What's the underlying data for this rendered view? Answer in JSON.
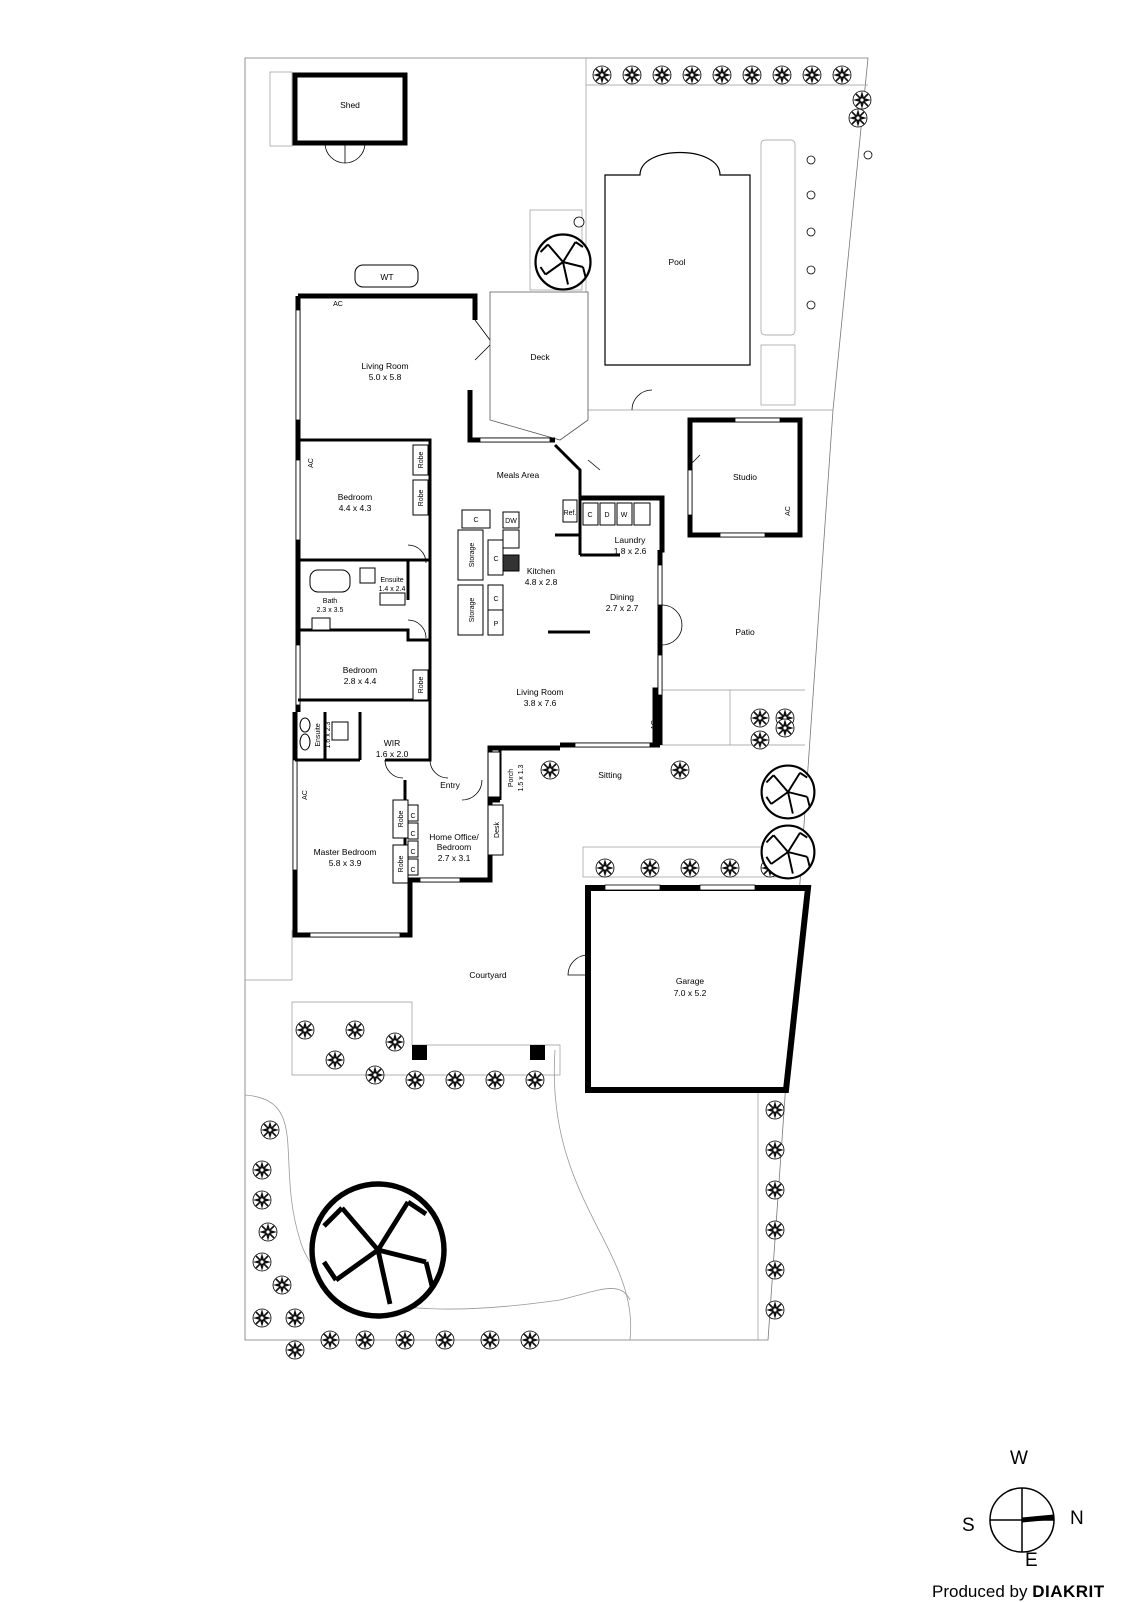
{
  "rooms": {
    "shed": {
      "name": "Shed"
    },
    "wt": {
      "name": "WT"
    },
    "pool": {
      "name": "Pool"
    },
    "deck": {
      "name": "Deck"
    },
    "living_room_1": {
      "name": "Living Room",
      "size": "5.0 x 5.8"
    },
    "meals_area": {
      "name": "Meals Area"
    },
    "bedroom_1": {
      "name": "Bedroom",
      "size": "4.4 x 4.3"
    },
    "studio": {
      "name": "Studio"
    },
    "laundry": {
      "name": "Laundry",
      "size": "1.8 x 2.6"
    },
    "kitchen": {
      "name": "Kitchen",
      "size": "4.8 x 2.8"
    },
    "dining": {
      "name": "Dining",
      "size": "2.7 x 2.7"
    },
    "patio": {
      "name": "Patio"
    },
    "bath": {
      "name": "Bath",
      "size": "2.3 x 3.5"
    },
    "ensuite_1": {
      "name": "Ensuite",
      "size": "1.4 x 2.4"
    },
    "bedroom_2": {
      "name": "Bedroom",
      "size": "2.8 x 4.4"
    },
    "living_room_2": {
      "name": "Living Room",
      "size": "3.8 x 7.6"
    },
    "ensuite_2": {
      "name": "Ensuite",
      "size": "1.6 x 2.3"
    },
    "wir": {
      "name": "WIR",
      "size": "1.6 x 2.0"
    },
    "porch": {
      "name": "Porch",
      "size": "1.5 x 1.3"
    },
    "sitting": {
      "name": "Sitting"
    },
    "entry": {
      "name": "Entry"
    },
    "master_bedroom": {
      "name": "Master Bedroom",
      "size": "5.8 x 3.9"
    },
    "home_office": {
      "name": "Home Office/",
      "name2": "Bedroom",
      "size": "2.7 x 3.1"
    },
    "courtyard": {
      "name": "Courtyard"
    },
    "garage": {
      "name": "Garage",
      "size": "7.0 x 5.2"
    }
  },
  "fixtures": {
    "ac": "AC",
    "robe": "Robe",
    "storage": "Storage",
    "c": "C",
    "p": "P",
    "dw": "DW",
    "d": "D",
    "w": "W",
    "ref": "Ref.",
    "desk": "Desk"
  },
  "compass": {
    "n": "N",
    "s": "S",
    "e": "E",
    "w": "W"
  },
  "credit": {
    "prefix": "Produced by",
    "brand": "DIAKRIT"
  }
}
